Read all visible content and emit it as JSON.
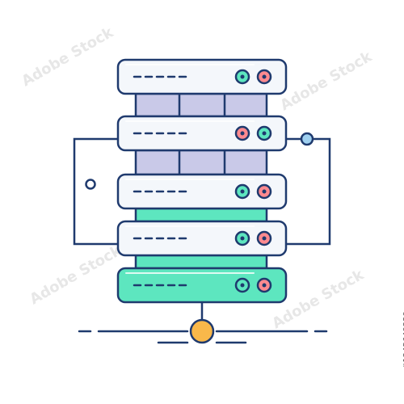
{
  "illustration": {
    "subject": "server-rack",
    "colors": {
      "outline": "#1f3a6e",
      "unit_fill": "#f4f7fb",
      "unit_accent_fill": "#5de6bf",
      "separator_teal": "#5de6bf",
      "separator_lavender": "#c9c9e8",
      "led_green": "#5de6bf",
      "led_red": "#ff8a8f",
      "hub_orange": "#f9b84a",
      "port_blue": "#9fd0f0"
    },
    "units": [
      {
        "leds": [
          "green",
          "red"
        ]
      },
      {
        "leds": [
          "red",
          "green"
        ]
      },
      {
        "leds": [
          "green",
          "red"
        ]
      },
      {
        "leds": [
          "green",
          "red"
        ]
      },
      {
        "leds": [
          "green",
          "red"
        ],
        "accent": true
      }
    ]
  },
  "watermark": {
    "text": "Adobe Stock",
    "id": "#1245649229"
  }
}
